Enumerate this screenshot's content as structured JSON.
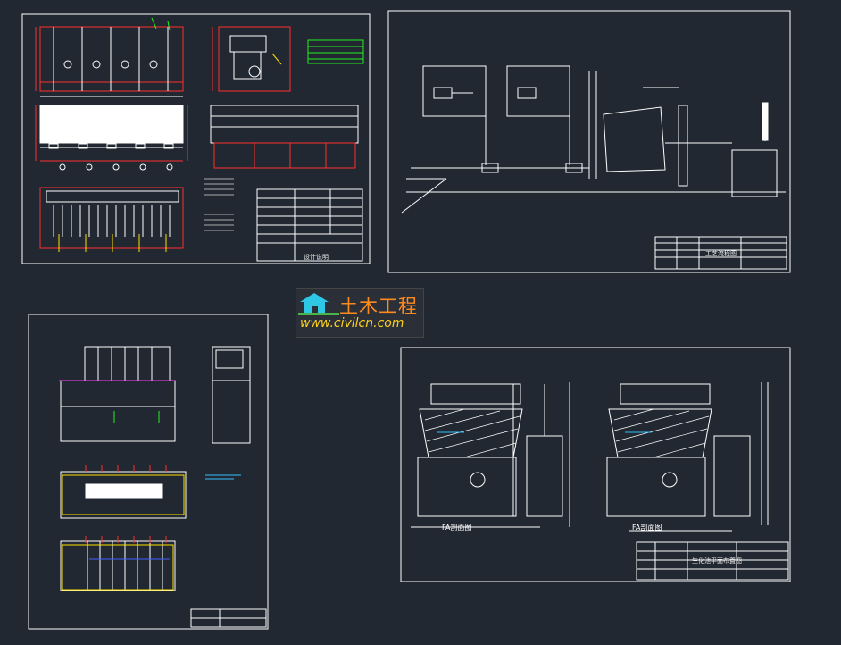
{
  "watermark": {
    "site_name_cn": "土木工程",
    "url": "www.civilcn.com",
    "icon": "house-icon"
  },
  "sheets": {
    "top_left": {
      "title_block": "设计说明"
    },
    "top_right": {
      "title_block": "工艺流程图"
    },
    "bottom_left": {
      "title_block": ""
    },
    "bottom_right": {
      "section_a": "FA剖面图",
      "section_b": "FA剖面图",
      "title_block": "生化池平面布置图"
    }
  },
  "colors": {
    "background": "#222831",
    "linework": "#ffffff",
    "accent_red": "#ff3030",
    "accent_green": "#22ee22",
    "accent_yellow": "#ffe000",
    "accent_cyan": "#30c0ff",
    "accent_magenta": "#ff40ff",
    "accent_blue": "#4060ff",
    "logo_orange": "#ff8a1c",
    "logo_yellow": "#ffd21a"
  }
}
